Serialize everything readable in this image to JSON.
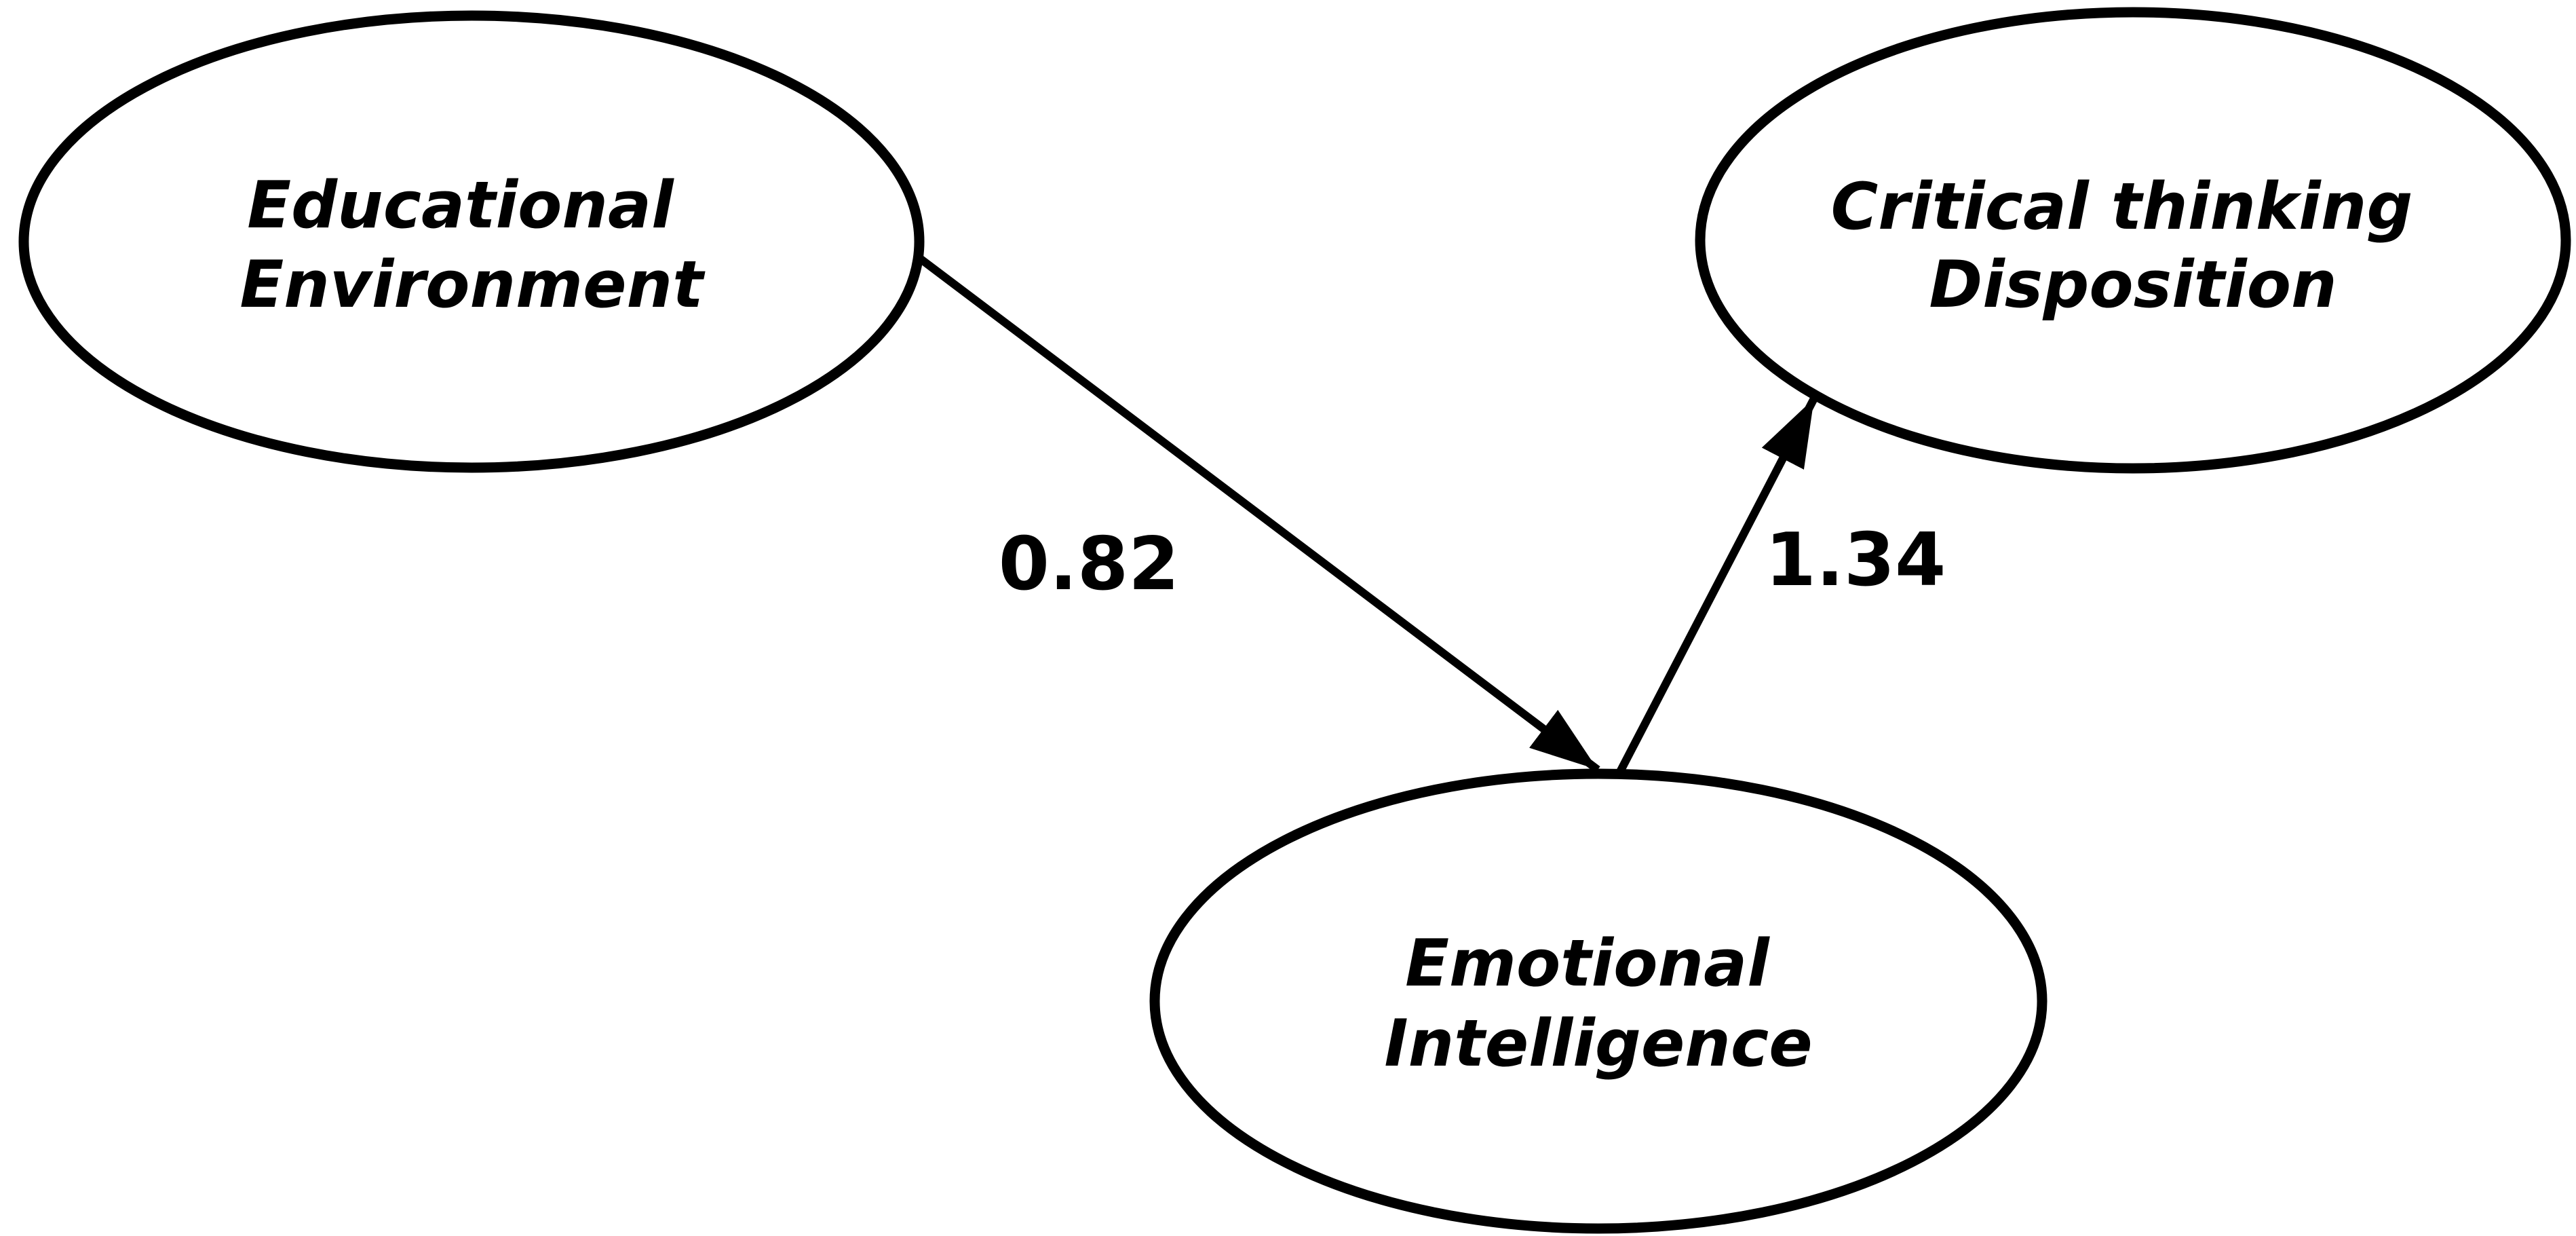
{
  "figure": {
    "background_color": "#ffffff",
    "stroke_color": "#000000",
    "nodes": {
      "educational_environment": {
        "label_line1": "Educational",
        "label_line2": "Environment"
      },
      "critical_thinking_disposition": {
        "label_line1": "Critical thinking",
        "label_line2": "Disposition"
      },
      "emotional_intelligence": {
        "label_line1": "Emotional",
        "label_line2": "Intelligence"
      }
    },
    "edges": {
      "ee_to_ei": {
        "from": "Educational Environment",
        "to": "Emotional Intelligence",
        "coefficient": "0.82"
      },
      "ei_to_ctd": {
        "from": "Emotional Intelligence",
        "to": "Critical thinking Disposition",
        "coefficient": "1.34"
      }
    }
  }
}
